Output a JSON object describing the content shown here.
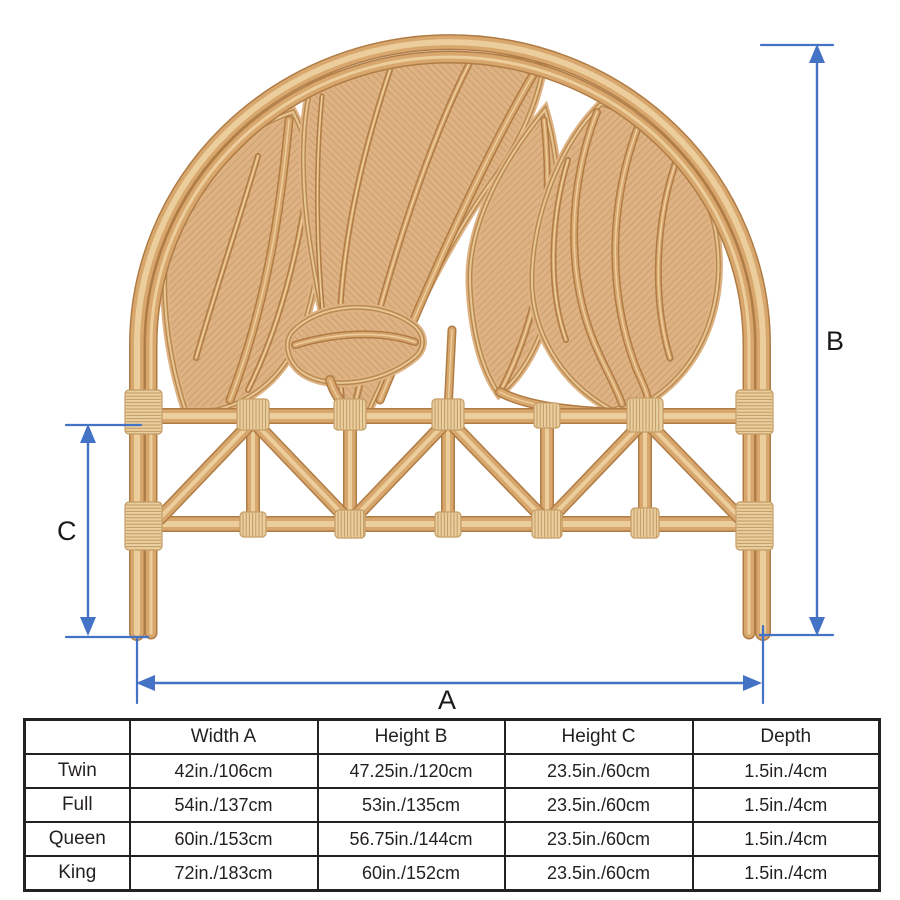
{
  "diagram": {
    "dimension_labels": {
      "a": "A",
      "b": "B",
      "c": "C"
    },
    "colors": {
      "dimension_blue": "#4472C4",
      "label_text": "#1A1A1A",
      "rattan_dark": "#B07C45",
      "rattan_mid": "#D8A76D",
      "rattan_light": "#ECCD9C",
      "leaf_fill": "#DEB282",
      "leaf_hatch": "#A9814E",
      "leaf_outline": "#B98950",
      "leaf_outline_light": "#E8C694",
      "wrap_fill": "#E9CFA0",
      "wrap_line": "#C39A61",
      "table_border": "#222222",
      "table_text": "#231F20"
    }
  },
  "table": {
    "columns": [
      "",
      "Width A",
      "Height B",
      "Height C",
      "Depth"
    ],
    "rows": [
      [
        "Twin",
        "42in./106cm",
        "47.25in./120cm",
        "23.5in./60cm",
        "1.5in./4cm"
      ],
      [
        "Full",
        "54in./137cm",
        "53in./135cm",
        "23.5in./60cm",
        "1.5in./4cm"
      ],
      [
        "Queen",
        "60in./153cm",
        "56.75in./144cm",
        "23.5in./60cm",
        "1.5in./4cm"
      ],
      [
        "King",
        "72in./183cm",
        "60in./152cm",
        "23.5in./60cm",
        "1.5in./4cm"
      ]
    ]
  }
}
